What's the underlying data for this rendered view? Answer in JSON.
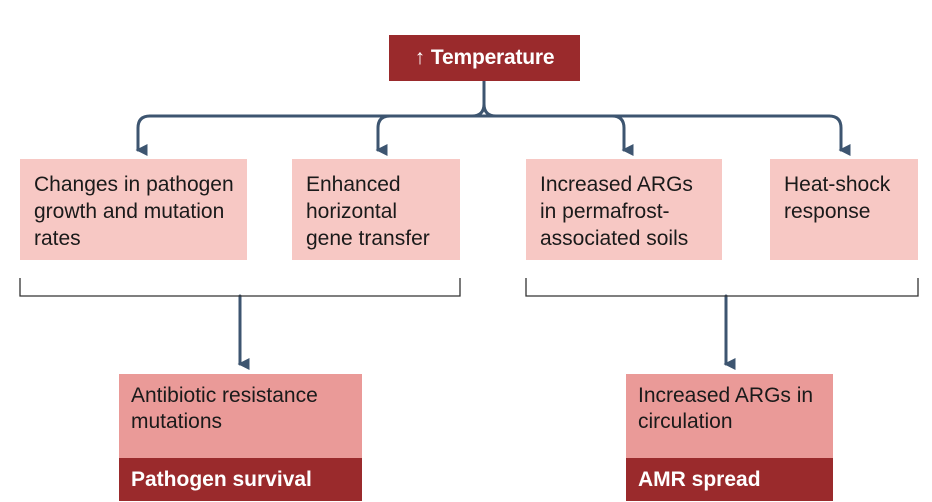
{
  "colors": {
    "top_box": "#9a2a2c",
    "cause_box": "#f7c8c4",
    "outcome_box": "#ea9a98",
    "outcome_footer": "#9a2a2c",
    "arrow": "#3d5570",
    "bracket": "#333333"
  },
  "top_node": {
    "icon": "up-arrow",
    "icon_glyph": "↑",
    "label": "Temperature"
  },
  "causes": [
    {
      "label": "Changes in pathogen growth and mutation rates"
    },
    {
      "label": "Enhanced horizontal gene transfer"
    },
    {
      "label": "Increased ARGs in permafrost-associated soils"
    },
    {
      "label": "Heat-shock response"
    }
  ],
  "outcomes": [
    {
      "label": "Antibiotic resistance mutations",
      "footer": "Pathogen survival"
    },
    {
      "label": "Increased ARGs in circulation",
      "footer": "AMR spread"
    }
  ]
}
